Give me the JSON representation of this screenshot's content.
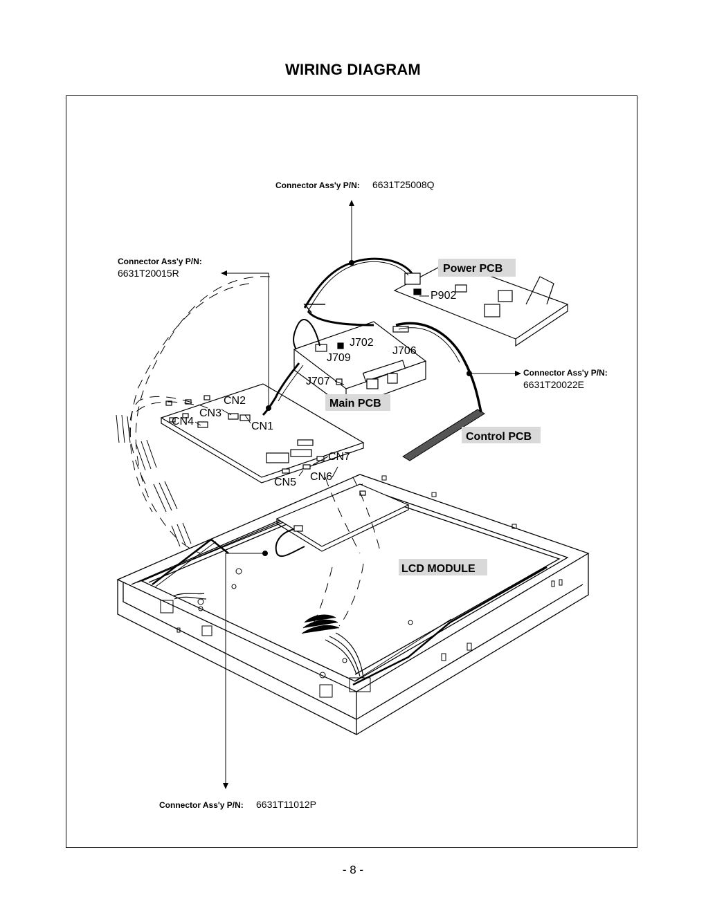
{
  "page": {
    "title": "WIRING DIAGRAM",
    "page_number": "- 8 -"
  },
  "connectors": {
    "top": {
      "prefix": "Connector Ass'y P/N:",
      "part": "6631T25008Q"
    },
    "left": {
      "prefix": "Connector Ass'y P/N:",
      "part": "6631T20015R"
    },
    "right": {
      "prefix": "Connector Ass'y P/N:",
      "part": "6631T20022E"
    },
    "bottom": {
      "prefix": "Connector Ass'y P/N:",
      "part": "6631T11012P"
    }
  },
  "boards": {
    "power": "Power PCB",
    "main": "Main PCB",
    "control": "Control PCB",
    "lcd": "LCD MODULE"
  },
  "jacks": {
    "p902": "P902",
    "j702": "J702",
    "j706": "J706",
    "j709": "J709",
    "j707": "J707",
    "cn1": "CN1",
    "cn2": "CN2",
    "cn3": "CN3",
    "cn4": "CN4",
    "cn5": "CN5",
    "cn6": "CN6",
    "cn7": "CN7"
  }
}
